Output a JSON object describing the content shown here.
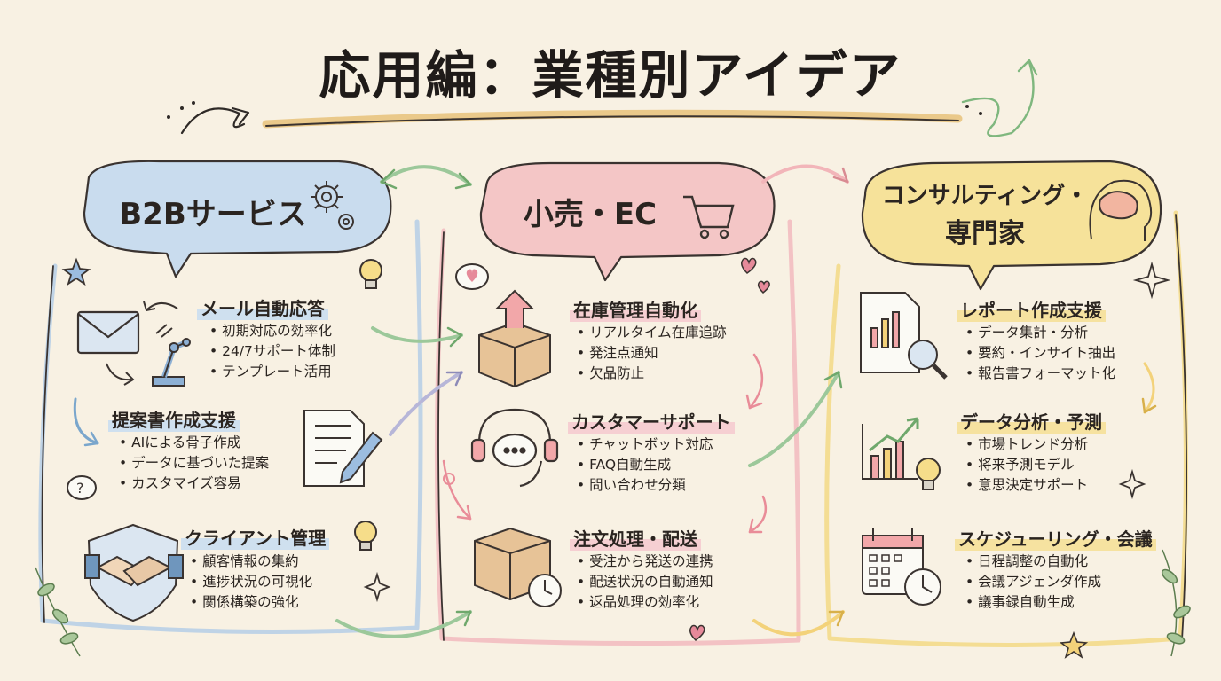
{
  "page_title": "応用編：業種別アイデア",
  "columns": [
    {
      "title": "B2Bサービス",
      "sections": [
        {
          "heading": "メール自動応答",
          "bullets": [
            "初期対応の効率化",
            "24/7サポート体制",
            "テンプレート活用"
          ]
        },
        {
          "heading": "提案書作成支援",
          "bullets": [
            "AIによる骨子作成",
            "データに基づいた提案",
            "カスタマイズ容易"
          ]
        },
        {
          "heading": "クライアント管理",
          "bullets": [
            "顧客情報の集約",
            "進捗状況の可視化",
            "関係構築の強化"
          ]
        }
      ]
    },
    {
      "title": "小売・EC",
      "sections": [
        {
          "heading": "在庫管理自動化",
          "bullets": [
            "リアルタイム在庫追跡",
            "発注点通知",
            "欠品防止"
          ]
        },
        {
          "heading": "カスタマーサポート",
          "bullets": [
            "チャットボット対応",
            "FAQ自動生成",
            "問い合わせ分類"
          ]
        },
        {
          "heading": "注文処理・配送",
          "bullets": [
            "受注から発送の連携",
            "配送状況の自動通知",
            "返品処理の効率化"
          ]
        }
      ]
    },
    {
      "title_lines": [
        "コンサルティング・",
        "専門家"
      ],
      "sections": [
        {
          "heading": "レポート作成支援",
          "bullets": [
            "データ集計・分析",
            "要約・インサイト抽出",
            "報告書フォーマット化"
          ]
        },
        {
          "heading": "データ分析・予測",
          "bullets": [
            "市場トレンド分析",
            "将来予測モデル",
            "意思決定サポート"
          ]
        },
        {
          "heading": "スケジューリング・会議",
          "bullets": [
            "日程調整の自動化",
            "会議アジェンダ作成",
            "議事録自動生成"
          ]
        }
      ]
    }
  ],
  "colors": {
    "background": "#f8f1e3",
    "b2b": "#c9dcee",
    "retail": "#f4c6c6",
    "consulting": "#f6e29a",
    "arrow_green": "#9cc89a",
    "heart": "#e68a9a"
  }
}
